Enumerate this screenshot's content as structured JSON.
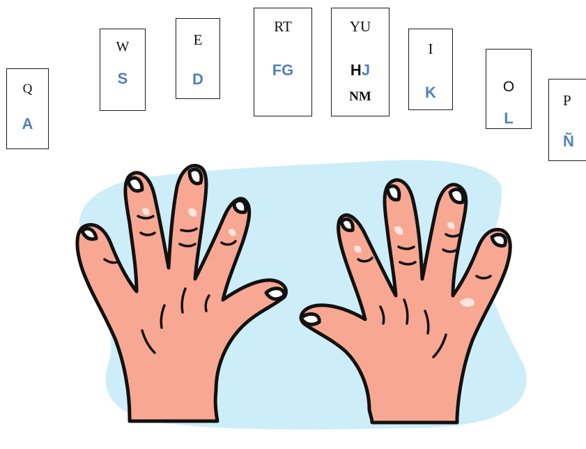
{
  "keys": {
    "q": {
      "top": "Q",
      "home": "A"
    },
    "w": {
      "top": "W",
      "home": "S"
    },
    "e": {
      "top": "E",
      "home": "D"
    },
    "rt": {
      "top": "RT",
      "home": "FG"
    },
    "yu": {
      "top": "YU",
      "home_h": "H",
      "home_j": "J",
      "bottom": "NM"
    },
    "i": {
      "top": "I",
      "home": "K"
    },
    "o": {
      "top": "O",
      "home": "L"
    },
    "p": {
      "top": "P",
      "home": "Ñ"
    }
  },
  "colors": {
    "home_key_blue": "#4f81bd",
    "background_blob": "#cdeef8",
    "skin": "#f8a792",
    "skin_highlight": "#fde5dd",
    "outline": "#111111"
  }
}
